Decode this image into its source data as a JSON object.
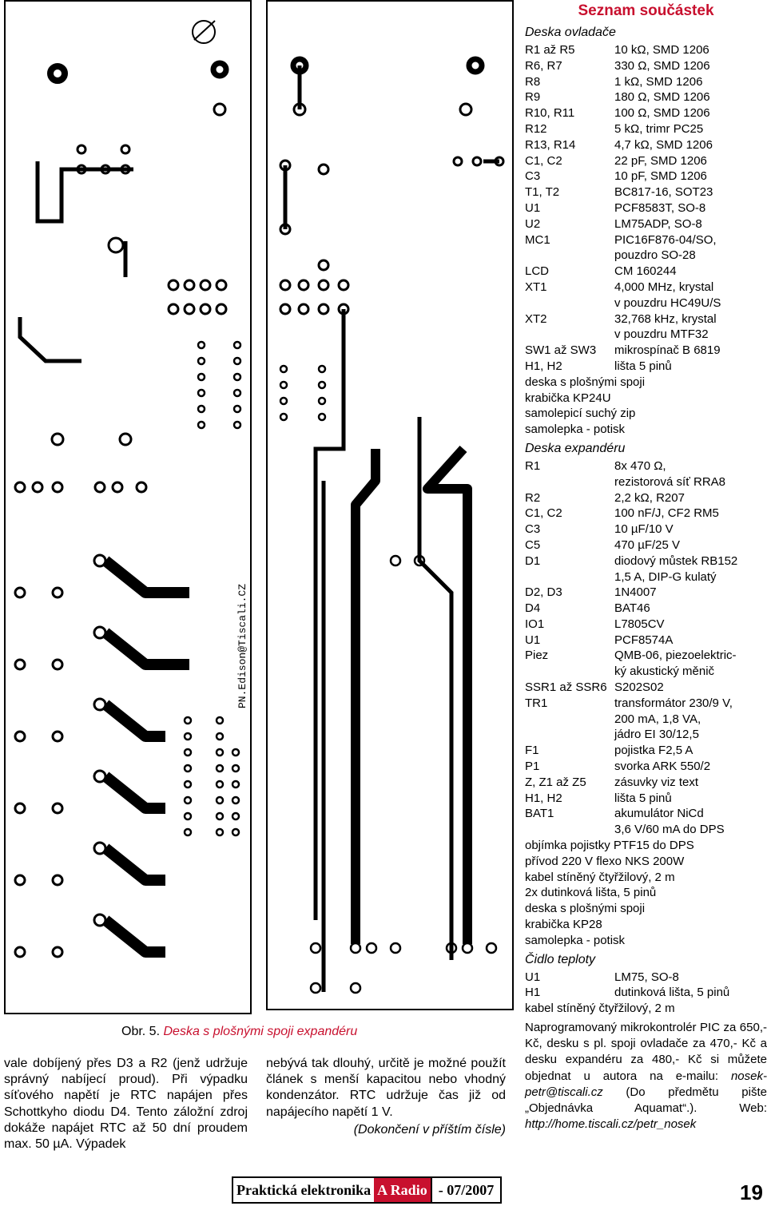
{
  "figure": {
    "number": "Obr. 5.",
    "title": "Deska s plošnými spoji expandéru",
    "pcb_text": "PN.Edison@Tiscali.CZ"
  },
  "columns": {
    "left": "vale dobíjený přes D3 a R2 (jenž udržuje správný nabíjecí proud). Při výpadku síťového napětí je RTC napájen přes Schottkyho diodu D4. Tento záložní zdroj dokáže napájet RTC až 50 dní proudem max. 50 µA. Výpadek",
    "middle": "nebývá tak dlouhý, určitě je možné použít článek s menší kapacitou nebo vhodný kondenzátor. RTC udržuje čas již od napájecího napětí 1 V.",
    "middle_end": "(Dokončení v příštím čísle)"
  },
  "parts_list": {
    "title": "Seznam součástek",
    "sections": [
      {
        "heading": "Deska ovladače",
        "rows": [
          [
            "R1 až R5",
            "10 kΩ, SMD 1206"
          ],
          [
            "R6, R7",
            "330 Ω, SMD 1206"
          ],
          [
            "R8",
            "1 kΩ, SMD 1206"
          ],
          [
            "R9",
            "180 Ω, SMD 1206"
          ],
          [
            "R10, R11",
            "100 Ω, SMD 1206"
          ],
          [
            "R12",
            "5 kΩ, trimr PC25"
          ],
          [
            "R13, R14",
            "4,7 kΩ, SMD 1206"
          ],
          [
            "C1, C2",
            "22 pF, SMD 1206"
          ],
          [
            "C3",
            "10 pF, SMD 1206"
          ],
          [
            "T1, T2",
            "BC817-16, SOT23"
          ],
          [
            "U1",
            "PCF8583T, SO-8"
          ],
          [
            "U2",
            "LM75ADP, SO-8"
          ],
          [
            "MC1",
            "PIC16F876-04/SO,"
          ],
          [
            "",
            "pouzdro SO-28"
          ],
          [
            "LCD",
            "CM 160244"
          ],
          [
            "XT1",
            "4,000 MHz, krystal"
          ],
          [
            "",
            "v pouzdru HC49U/S"
          ],
          [
            "XT2",
            "32,768 kHz, krystal"
          ],
          [
            "",
            "v pouzdru MTF32"
          ],
          [
            "SW1 až SW3",
            "mikrospínač B 6819"
          ],
          [
            "H1, H2",
            "lišta 5 pinů"
          ],
          [
            "deska s plošnými spoji",
            ""
          ],
          [
            "krabička KP24U",
            ""
          ],
          [
            "samolepicí suchý zip",
            ""
          ],
          [
            "samolepka - potisk",
            ""
          ]
        ]
      },
      {
        "heading": "Deska expandéru",
        "rows": [
          [
            "R1",
            "8x 470 Ω,"
          ],
          [
            "",
            "rezistorová síť RRA8"
          ],
          [
            "R2",
            "2,2 kΩ, R207"
          ],
          [
            "C1, C2",
            "100 nF/J, CF2 RM5"
          ],
          [
            "C3",
            "10 µF/10 V"
          ],
          [
            "C5",
            "470 µF/25 V"
          ],
          [
            "D1",
            "diodový můstek RB152"
          ],
          [
            "",
            "1,5 A, DIP-G kulatý"
          ],
          [
            "D2, D3",
            "1N4007"
          ],
          [
            "D4",
            "BAT46"
          ],
          [
            "IO1",
            "L7805CV"
          ],
          [
            "U1",
            "PCF8574A"
          ],
          [
            "Piez",
            "QMB-06, piezoelektric-"
          ],
          [
            "",
            "ký akustický měnič"
          ],
          [
            "SSR1 až SSR6",
            "S202S02"
          ],
          [
            "TR1",
            "transformátor 230/9 V,"
          ],
          [
            "",
            "200 mA, 1,8 VA,"
          ],
          [
            "",
            "jádro EI 30/12,5"
          ],
          [
            "F1",
            "pojistka F2,5 A"
          ],
          [
            "P1",
            "svorka ARK 550/2"
          ],
          [
            "Z, Z1 až Z5",
            "zásuvky viz text"
          ],
          [
            "H1, H2",
            "lišta 5 pinů"
          ],
          [
            "BAT1",
            "akumulátor NiCd"
          ],
          [
            "",
            "3,6 V/60 mA do DPS"
          ],
          [
            "objímka pojistky PTF15 do DPS",
            ""
          ],
          [
            "přívod 220 V  flexo NKS 200W",
            ""
          ],
          [
            "kabel stíněný čtyřžilový, 2 m",
            ""
          ],
          [
            "2x dutinková lišta, 5 pinů",
            ""
          ],
          [
            "deska s plošnými spoji",
            ""
          ],
          [
            "krabička KP28",
            ""
          ],
          [
            "samolepka - potisk",
            ""
          ]
        ]
      },
      {
        "heading": "Čidlo teploty",
        "rows": [
          [
            "U1",
            "LM75, SO-8"
          ],
          [
            "H1",
            "dutinková lišta, 5 pinů"
          ],
          [
            "kabel stíněný čtyřžilový, 2 m",
            ""
          ]
        ]
      }
    ],
    "note_pre": "Naprogramovaný mikrokontrolér PIC za 650,- Kč, desku s pl. spoji ovladače za 470,- Kč a desku expandéru za 480,- Kč si můžete objednat u autora na e-mailu: ",
    "note_email": "nosek-petr@tiscali.cz",
    "note_mid": " (Do předmětu pište „Objednávka Aquamat“.). Web: ",
    "note_web": "http://home.tiscali.cz/petr_nosek"
  },
  "footer": {
    "magazine_a": "Praktická elektronika",
    "magazine_b": "A Radio",
    "issue": "- 07/2007",
    "page": "19"
  }
}
